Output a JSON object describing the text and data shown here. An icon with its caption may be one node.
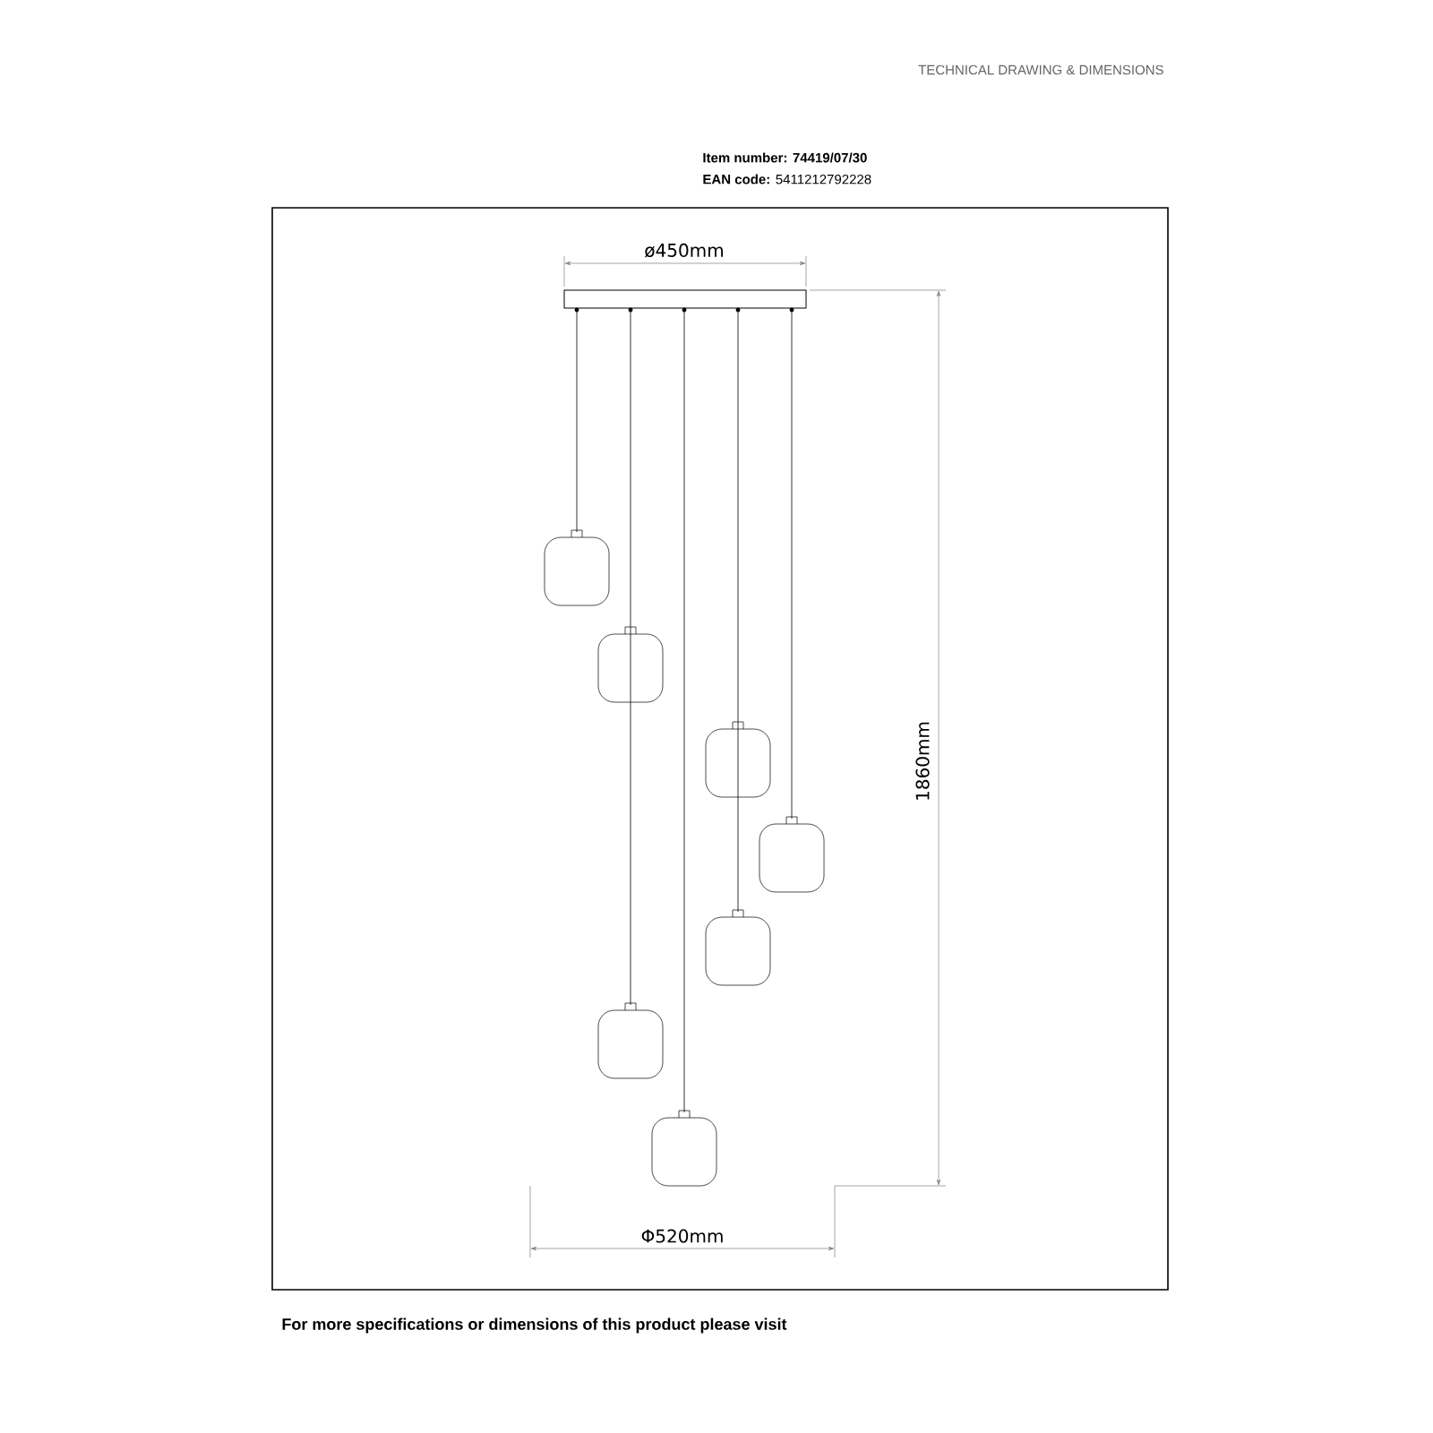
{
  "diagram": {
    "labels": [
      "TECHNICAL DRAWING & DIMENSIONS",
      "Item number: 74419/07/30",
      "**EAN code:** 5411212792228",
      "ø450mm",
      "1860mm",
      "Φ520mm",
      "For more specifications or dimensions of this product please visit"
    ]
  }
}
